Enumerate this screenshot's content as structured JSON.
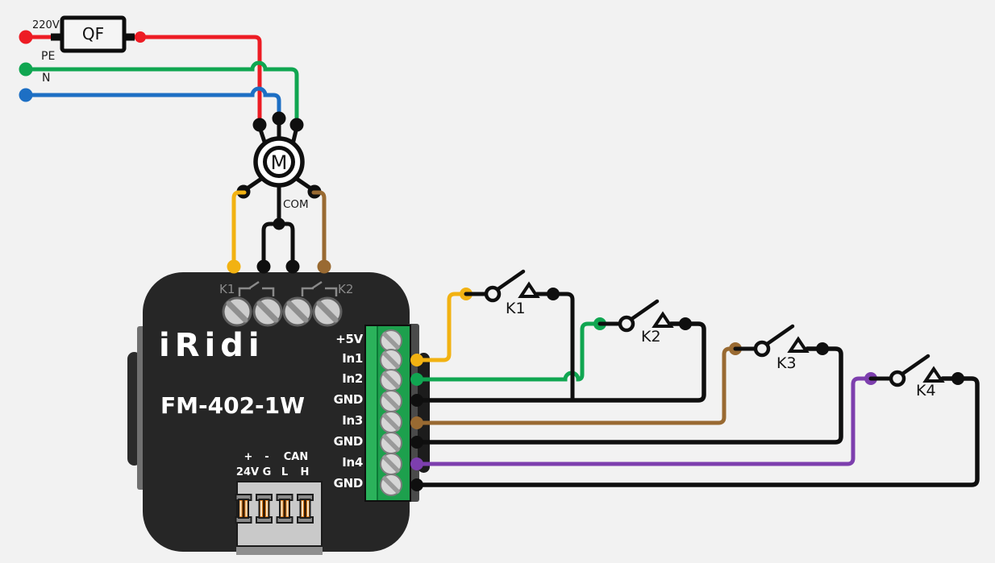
{
  "background_color": "#f2f2f2",
  "colors": {
    "phase_red": "#ed1c24",
    "pe_green": "#10a651",
    "neutral_blue": "#1d6fc4",
    "k1_yellow": "#f2b212",
    "k2_brown": "#996a32",
    "in4_purple": "#7d3fae",
    "wire_black": "#0f0f0f",
    "device_body": "#262626",
    "terminal_green": "#1da04d"
  },
  "power": {
    "phase_label": "220V",
    "breaker_label": "QF",
    "pe_label": "PE",
    "neutral_label": "N"
  },
  "motor": {
    "label": "M",
    "com_label": "COM"
  },
  "device": {
    "brand": "iRidi",
    "model": "FM-402-1W",
    "relay_k1_label": "K1",
    "relay_k2_label": "K2",
    "input_terminals": [
      "+5V",
      "In1",
      "In2",
      "GND",
      "In3",
      "GND",
      "In4",
      "GND"
    ],
    "bottom_labels": {
      "plus": "+",
      "minus": "-",
      "can": "CAN",
      "v24": "24V",
      "g": "G",
      "l": "L",
      "h": "H"
    }
  },
  "switches": [
    {
      "label": "K1"
    },
    {
      "label": "K2"
    },
    {
      "label": "K3"
    },
    {
      "label": "K4"
    }
  ]
}
